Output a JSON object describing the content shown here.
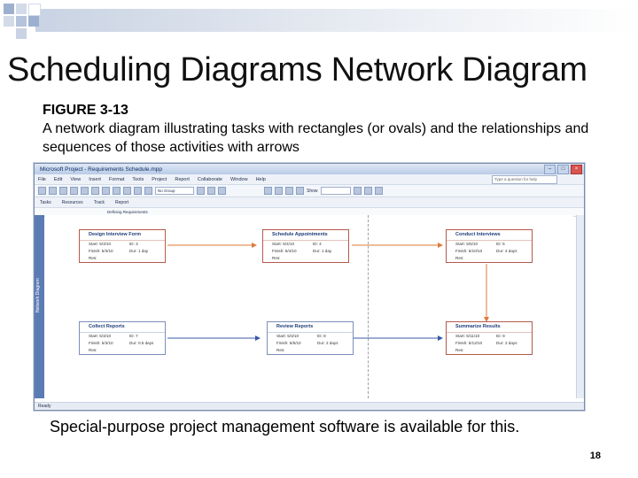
{
  "slide": {
    "title": "Scheduling Diagrams Network Diagram",
    "figure_label": "FIGURE 3-13",
    "figure_caption": "A network diagram illustrating tasks with rectangles (or ovals) and the relationships and sequences of those activities with arrows",
    "footer": "Special-purpose project management software is available for this.",
    "page_number": "18"
  },
  "app": {
    "window_title": "Microsoft Project - Requirements Schedule.mpp",
    "menu": [
      "File",
      "Edit",
      "View",
      "Insert",
      "Format",
      "Tools",
      "Project",
      "Report",
      "Collaborate",
      "Window",
      "Help"
    ],
    "help_placeholder": "Type a question for help",
    "toolbar_group": "No Group",
    "toolbar_show": "Show",
    "guide": [
      "Tasks",
      "Resources",
      "Track",
      "Report"
    ],
    "sub_label": "Defining Requirements",
    "side_label": "Network Diagram",
    "status": "Ready"
  },
  "tasks": [
    {
      "name": "Design Interview Form",
      "start": "Start: 5/3/10",
      "id": "ID: 3",
      "finish": "Finish: 5/3/10",
      "dur": "Dur: 1 day",
      "res": "Res:",
      "critical": true
    },
    {
      "name": "Schedule Appointments",
      "start": "Start: 5/4/10",
      "id": "ID: 4",
      "finish": "Finish: 5/4/10",
      "dur": "Dur: 1 day",
      "res": "Res:",
      "critical": true
    },
    {
      "name": "Conduct Interviews",
      "start": "Start: 5/5/10",
      "id": "ID: 5",
      "finish": "Finish: 5/10/10",
      "dur": "Dur: 4 days",
      "res": "Res:",
      "critical": true
    },
    {
      "name": "Collect Reports",
      "start": "Start: 5/3/10",
      "id": "ID: 7",
      "finish": "Finish: 5/3/10",
      "dur": "Dur: 0.5 days",
      "res": "Res:",
      "critical": false
    },
    {
      "name": "Review Reports",
      "start": "Start: 5/3/10",
      "id": "ID: 8",
      "finish": "Finish: 5/5/10",
      "dur": "Dur: 2 days",
      "res": "Res:",
      "critical": false
    },
    {
      "name": "Summarize Results",
      "start": "Start: 5/11/10",
      "id": "ID: 9",
      "finish": "Finish: 5/12/10",
      "dur": "Dur: 2 days",
      "res": "Res:",
      "critical": true
    }
  ],
  "colors": {
    "critical": "#b55a4a",
    "noncritical": "#7c8fb8",
    "critical_arrow": "#e07a3a",
    "noncritical_arrow": "#3a5aa8"
  }
}
